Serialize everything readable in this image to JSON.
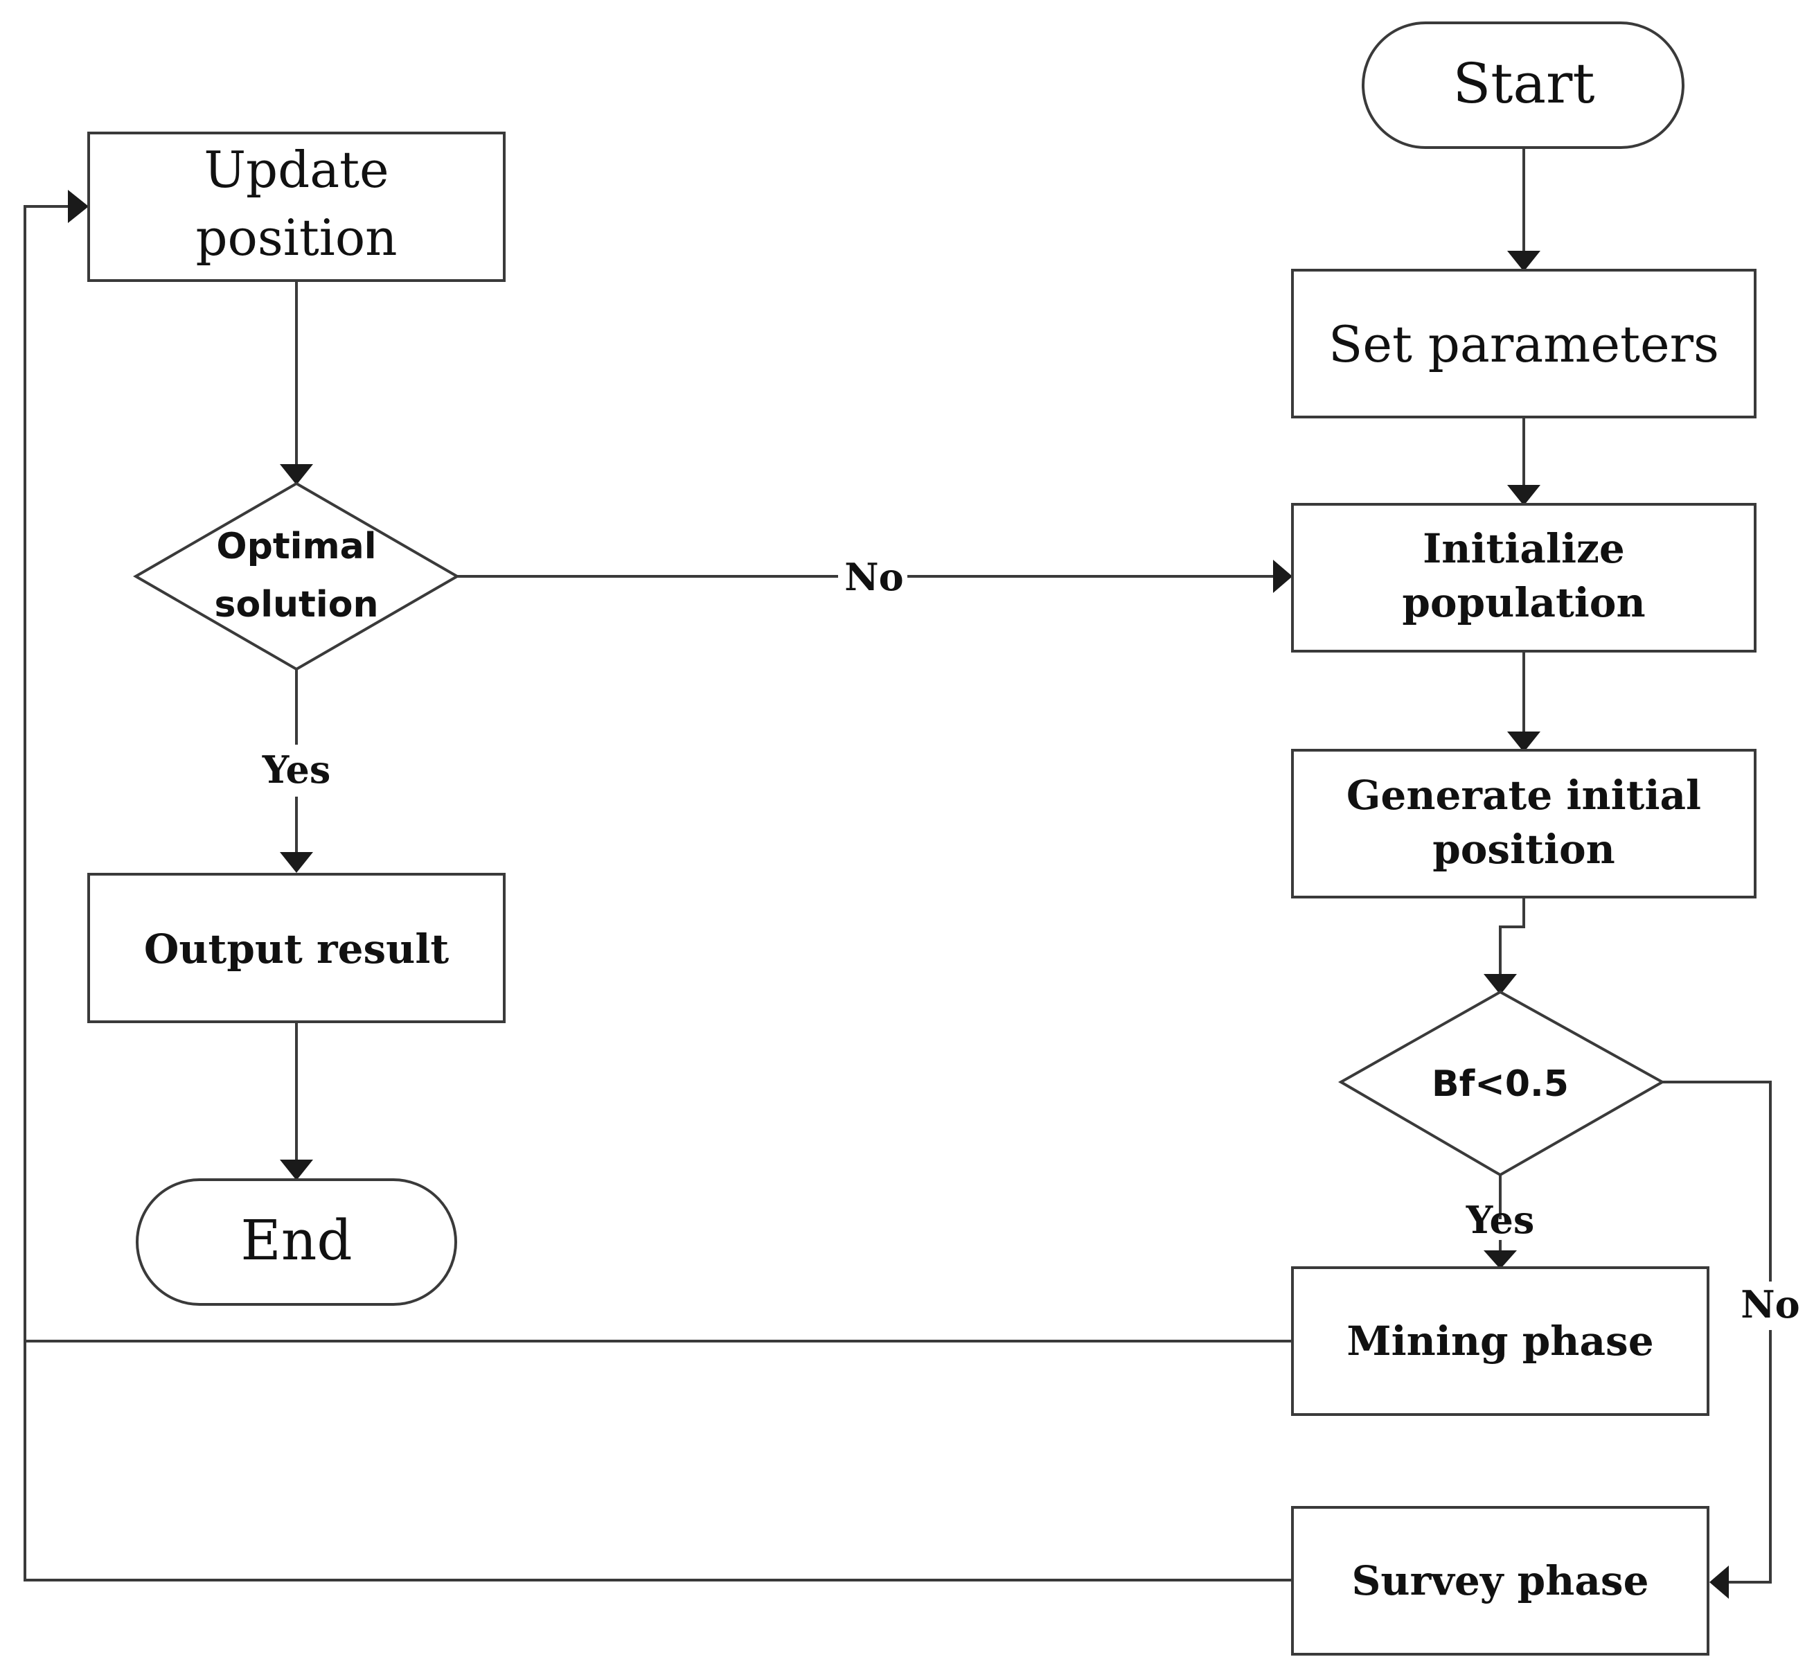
{
  "nodes": {
    "start": "Start",
    "set_parameters": "Set parameters",
    "initialize_population": [
      "Initialize",
      "population"
    ],
    "generate_initial_position": [
      "Generate initial",
      "position"
    ],
    "bf_check": "Bf<0.5",
    "mining_phase": "Mining phase",
    "survey_phase": "Survey phase",
    "update_position": [
      "Update",
      "position"
    ],
    "optimal_solution": [
      "Optimal",
      "solution"
    ],
    "output_result": "Output result",
    "end": "End"
  },
  "edges": {
    "optimal_no": "No",
    "optimal_yes": "Yes",
    "bf_yes": "Yes",
    "bf_no": "No"
  },
  "colors": {
    "stroke": "#3a3a3a",
    "arrowhead": "#1a1a1a",
    "background": "#ffffff"
  }
}
